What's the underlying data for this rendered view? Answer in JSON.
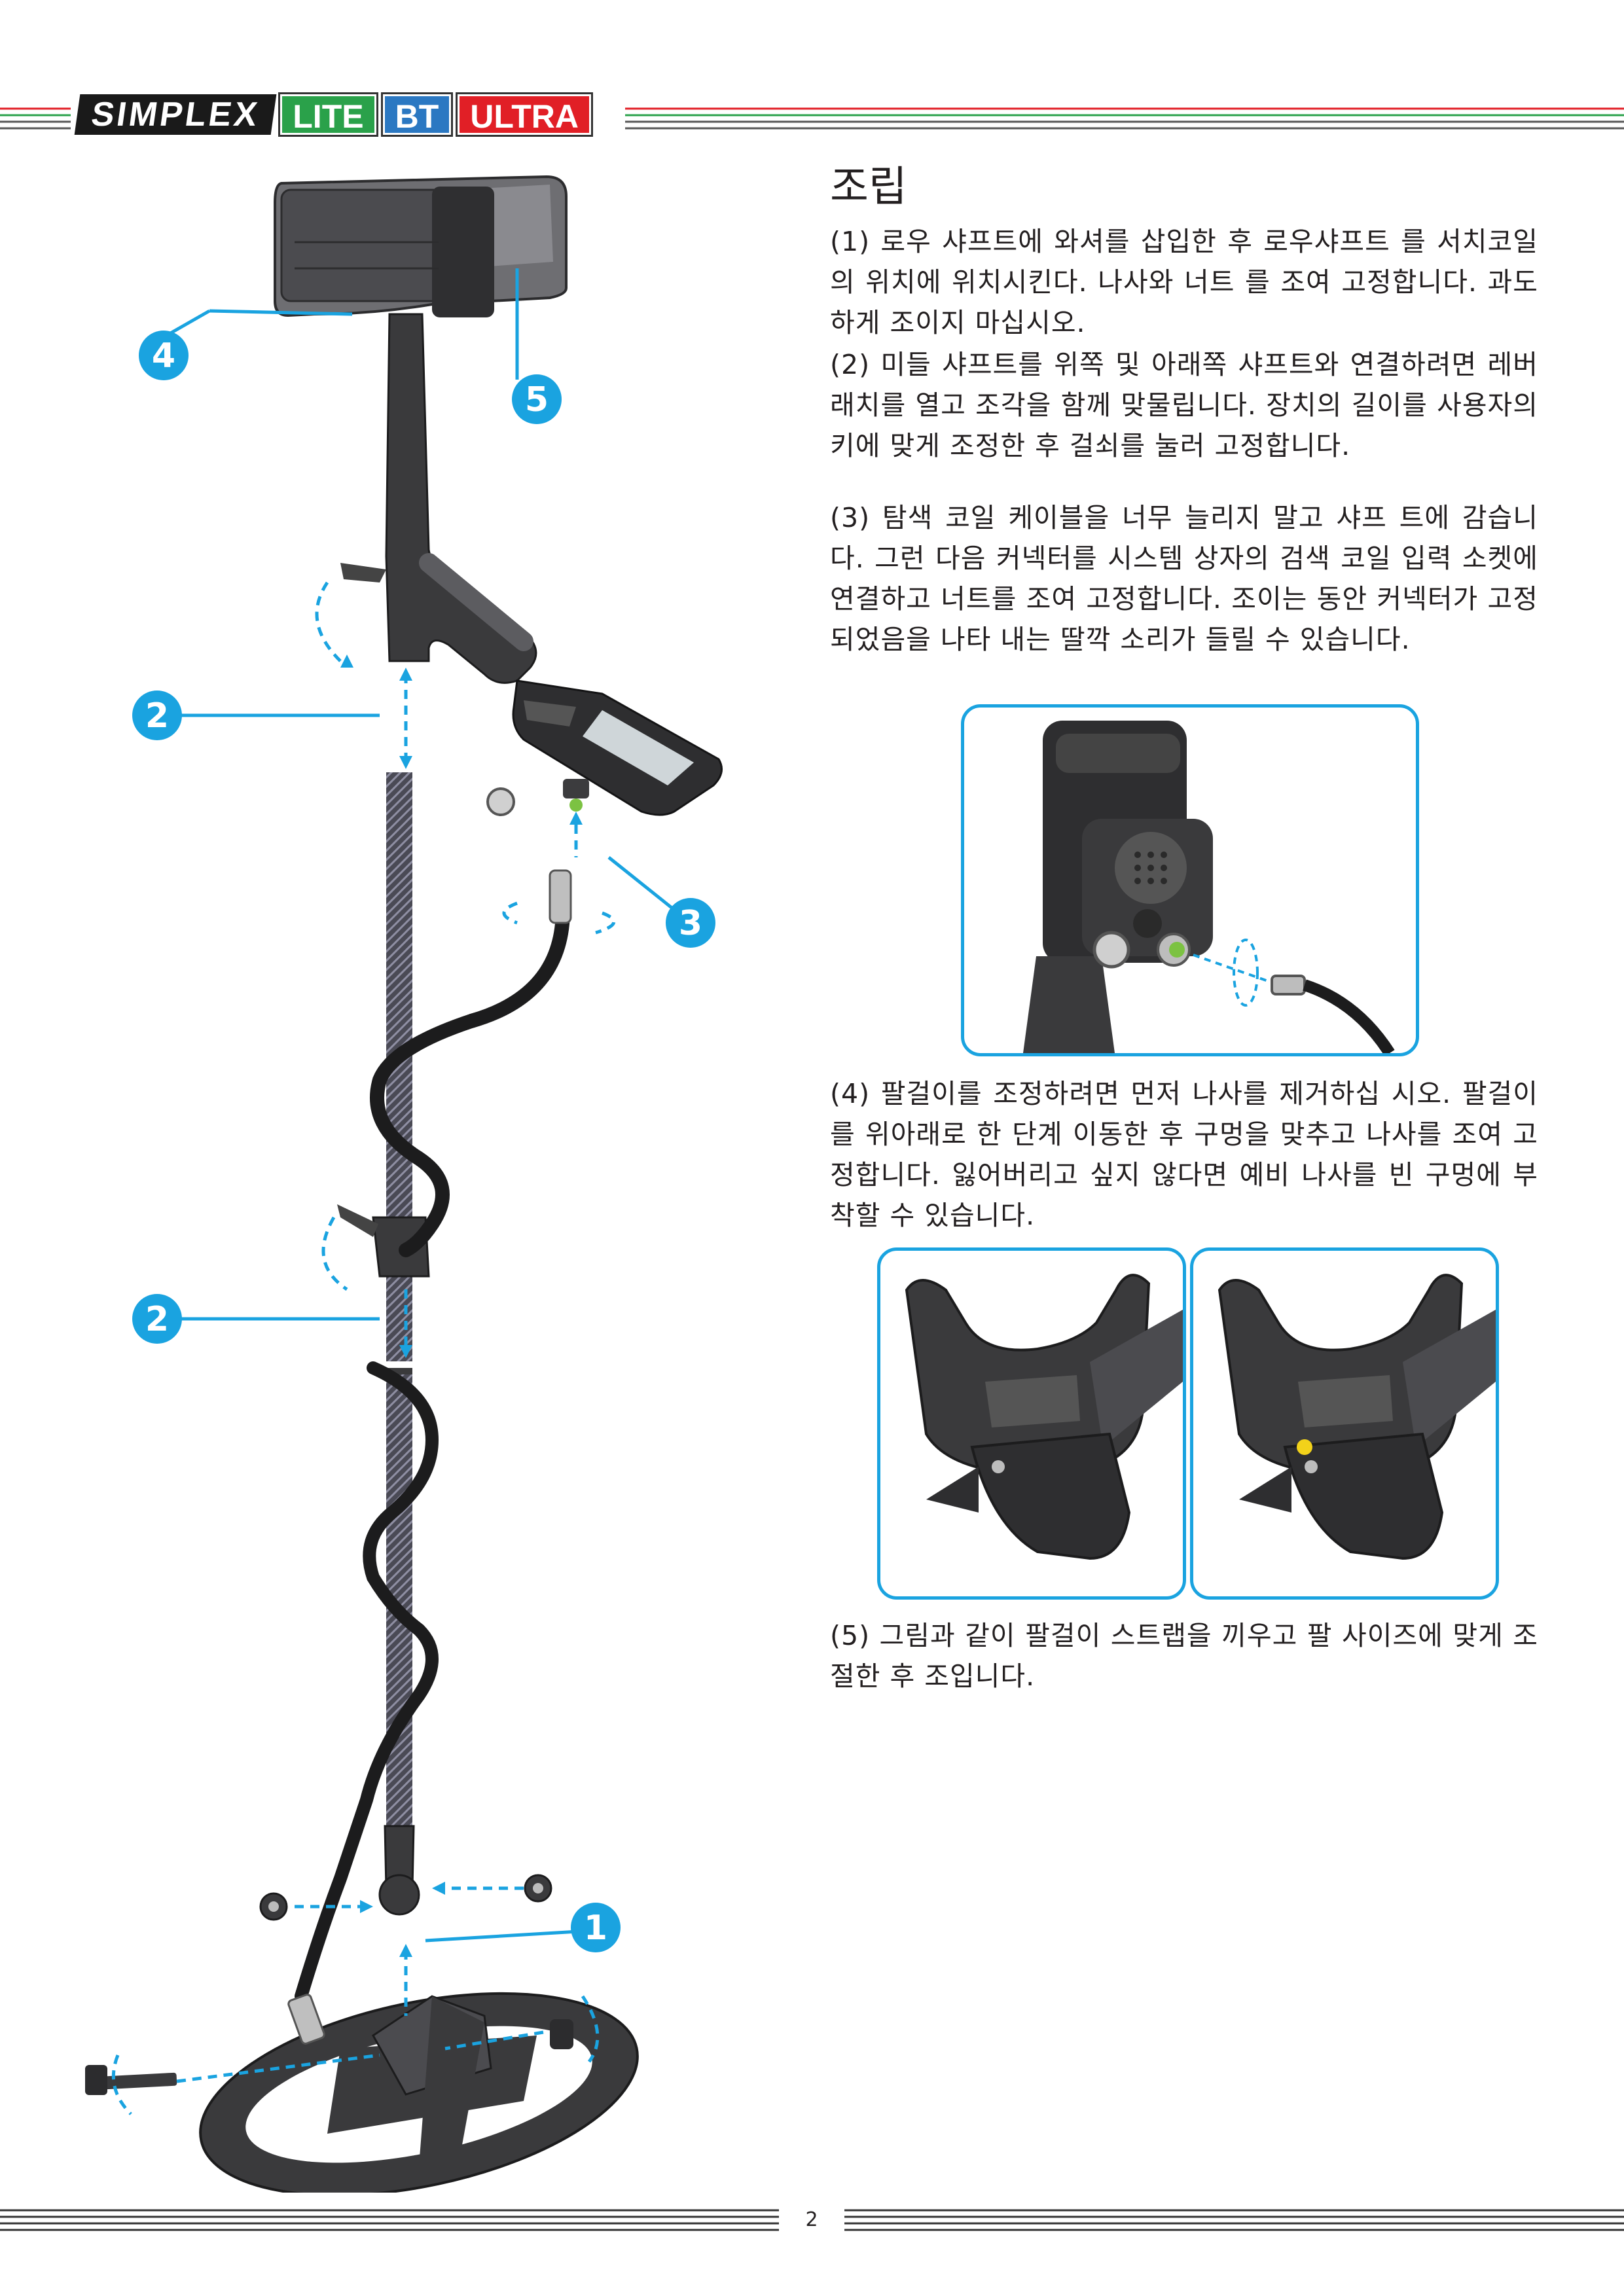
{
  "header": {
    "brand": "SIMPLEX",
    "badges": [
      "LITE",
      "BT",
      "ULTRA"
    ],
    "colors": {
      "lite": "#2aa14a",
      "bt": "#2b78c2",
      "ultra": "#e11f26",
      "accent_lines": [
        "#e11f26",
        "#2aa14a"
      ]
    }
  },
  "content": {
    "title": "조립",
    "steps": [
      "(1) 로우 샤프트에 와셔를 삽입한 후 로우샤프트 를 서치코일의 위치에 위치시킨다. 나사와 너트 를 조여 고정합니다. 과도하게 조이지 마십시오.",
      "(2) 미들 샤프트를 위쪽 및 아래쪽 샤프트와 연결하려면 레버 래치를 열고 조각을 함께 맞물립니다. 장치의 길이를 사용자의 키에 맞게 조정한 후 걸쇠를 눌러 고정합니다.",
      "(3) 탐색 코일 케이블을 너무 늘리지 말고 샤프 트에 감습니다. 그런 다음 커넥터를 시스템 상자의 검색 코일 입력 소켓에 연결하고 너트를 조여 고정합니다. 조이는 동안 커넥터가 고정되었음을 나타 내는 딸깍 소리가 들릴 수 있습니다.",
      "(4) 팔걸이를 조정하려면 먼저 나사를 제거하십 시오. 팔걸이를 위아래로 한 단계 이동한 후 구멍을 맞추고 나사를 조여 고정합니다. 잃어버리고 싶지 않다면 예비 나사를 빈 구멍에 부착할 수 있습니다.",
      "(5) 그림과 같이 팔걸이 스트랩을 끼우고 팔 사이즈에 맞게 조절한 후 조입니다."
    ]
  },
  "callouts": [
    "4",
    "5",
    "2",
    "3",
    "2",
    "1"
  ],
  "footer": {
    "page_number": "2"
  },
  "theme": {
    "callout_color": "#1aa3e0",
    "product_color": "#3a3a3c"
  }
}
